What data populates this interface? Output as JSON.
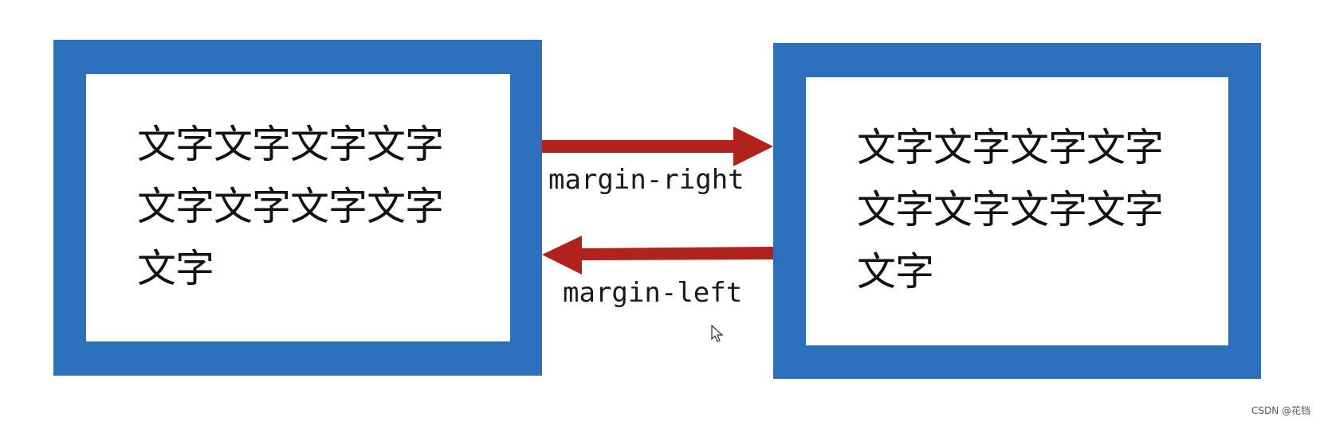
{
  "colors": {
    "box_border": "#2c6fbb",
    "arrow": "#b0221c",
    "text": "#111111"
  },
  "boxes": [
    {
      "lines": [
        "文字文字文字文字",
        "文字文字文字文字",
        "文字"
      ]
    },
    {
      "lines": [
        "文字文字文字文字",
        "文字文字文字文字",
        "文字"
      ]
    }
  ],
  "arrows": {
    "right_label": "margin-right",
    "left_label": "margin-left"
  },
  "cursor_icon": "mouse-pointer-icon",
  "watermark": "CSDN @花铛"
}
